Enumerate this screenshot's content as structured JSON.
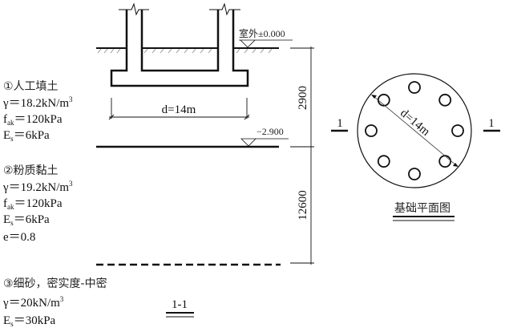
{
  "section": {
    "ground_label": "室外±0.000",
    "water_label": "−2.900",
    "width_label": "d=14m",
    "dim_upper": "2900",
    "dim_lower": "12600",
    "title": "1-1"
  },
  "layers": [
    {
      "name": "①人工填土",
      "gamma": "γ＝18.2kN/m",
      "gamma_sup": "3",
      "fak_sym": "f",
      "fak_sub": "ak",
      "fak_val": "＝120kPa",
      "es_sym": "E",
      "es_sub": "s",
      "es_val": "＝6kPa"
    },
    {
      "name": "②粉质黏土",
      "gamma": "γ＝19.2kN/m",
      "gamma_sup": "3",
      "fak_sym": "f",
      "fak_sub": "ak",
      "fak_val": "＝120kPa",
      "es_sym": "E",
      "es_sub": "s",
      "es_val": "＝6kPa",
      "e": "e＝0.8"
    },
    {
      "name": "③细砂，密实度-中密",
      "gamma": "γ＝20kN/m",
      "gamma_sup": "3",
      "es_sym": "E",
      "es_sub": "s",
      "es_val": "＝30kPa"
    }
  ],
  "plan": {
    "diameter_label": "d=14m",
    "section_mark_left": "1",
    "section_mark_right": "1",
    "title": "基础平面图",
    "pile_count": 8
  }
}
